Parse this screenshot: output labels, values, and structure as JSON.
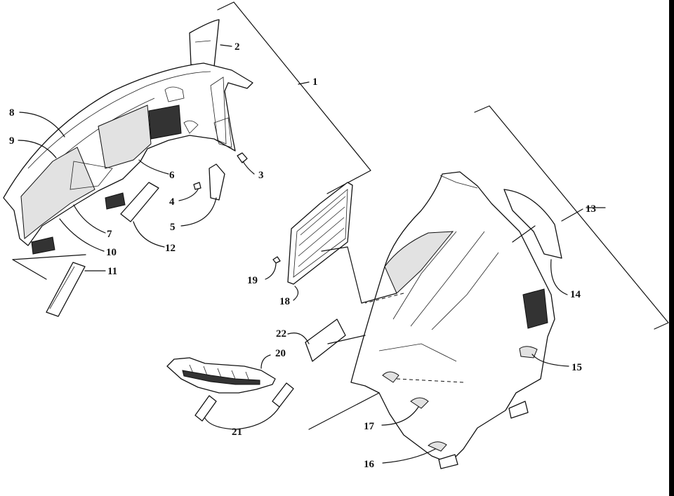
{
  "callouts": {
    "c1": "1",
    "c2": "2",
    "c3": "3",
    "c4": "4",
    "c5": "5",
    "c6": "6",
    "c7": "7",
    "c8": "8",
    "c9": "9",
    "c10": "10",
    "c11": "11",
    "c12": "12",
    "c13": "13",
    "c14": "14",
    "c15": "15",
    "c16": "16",
    "c17": "17",
    "c18": "18",
    "c19": "19",
    "c20": "20",
    "c21": "21",
    "c22": "22"
  },
  "colors": {
    "line": "#111111",
    "background": "#ffffff",
    "fill_shade": "#e2e2e2"
  }
}
